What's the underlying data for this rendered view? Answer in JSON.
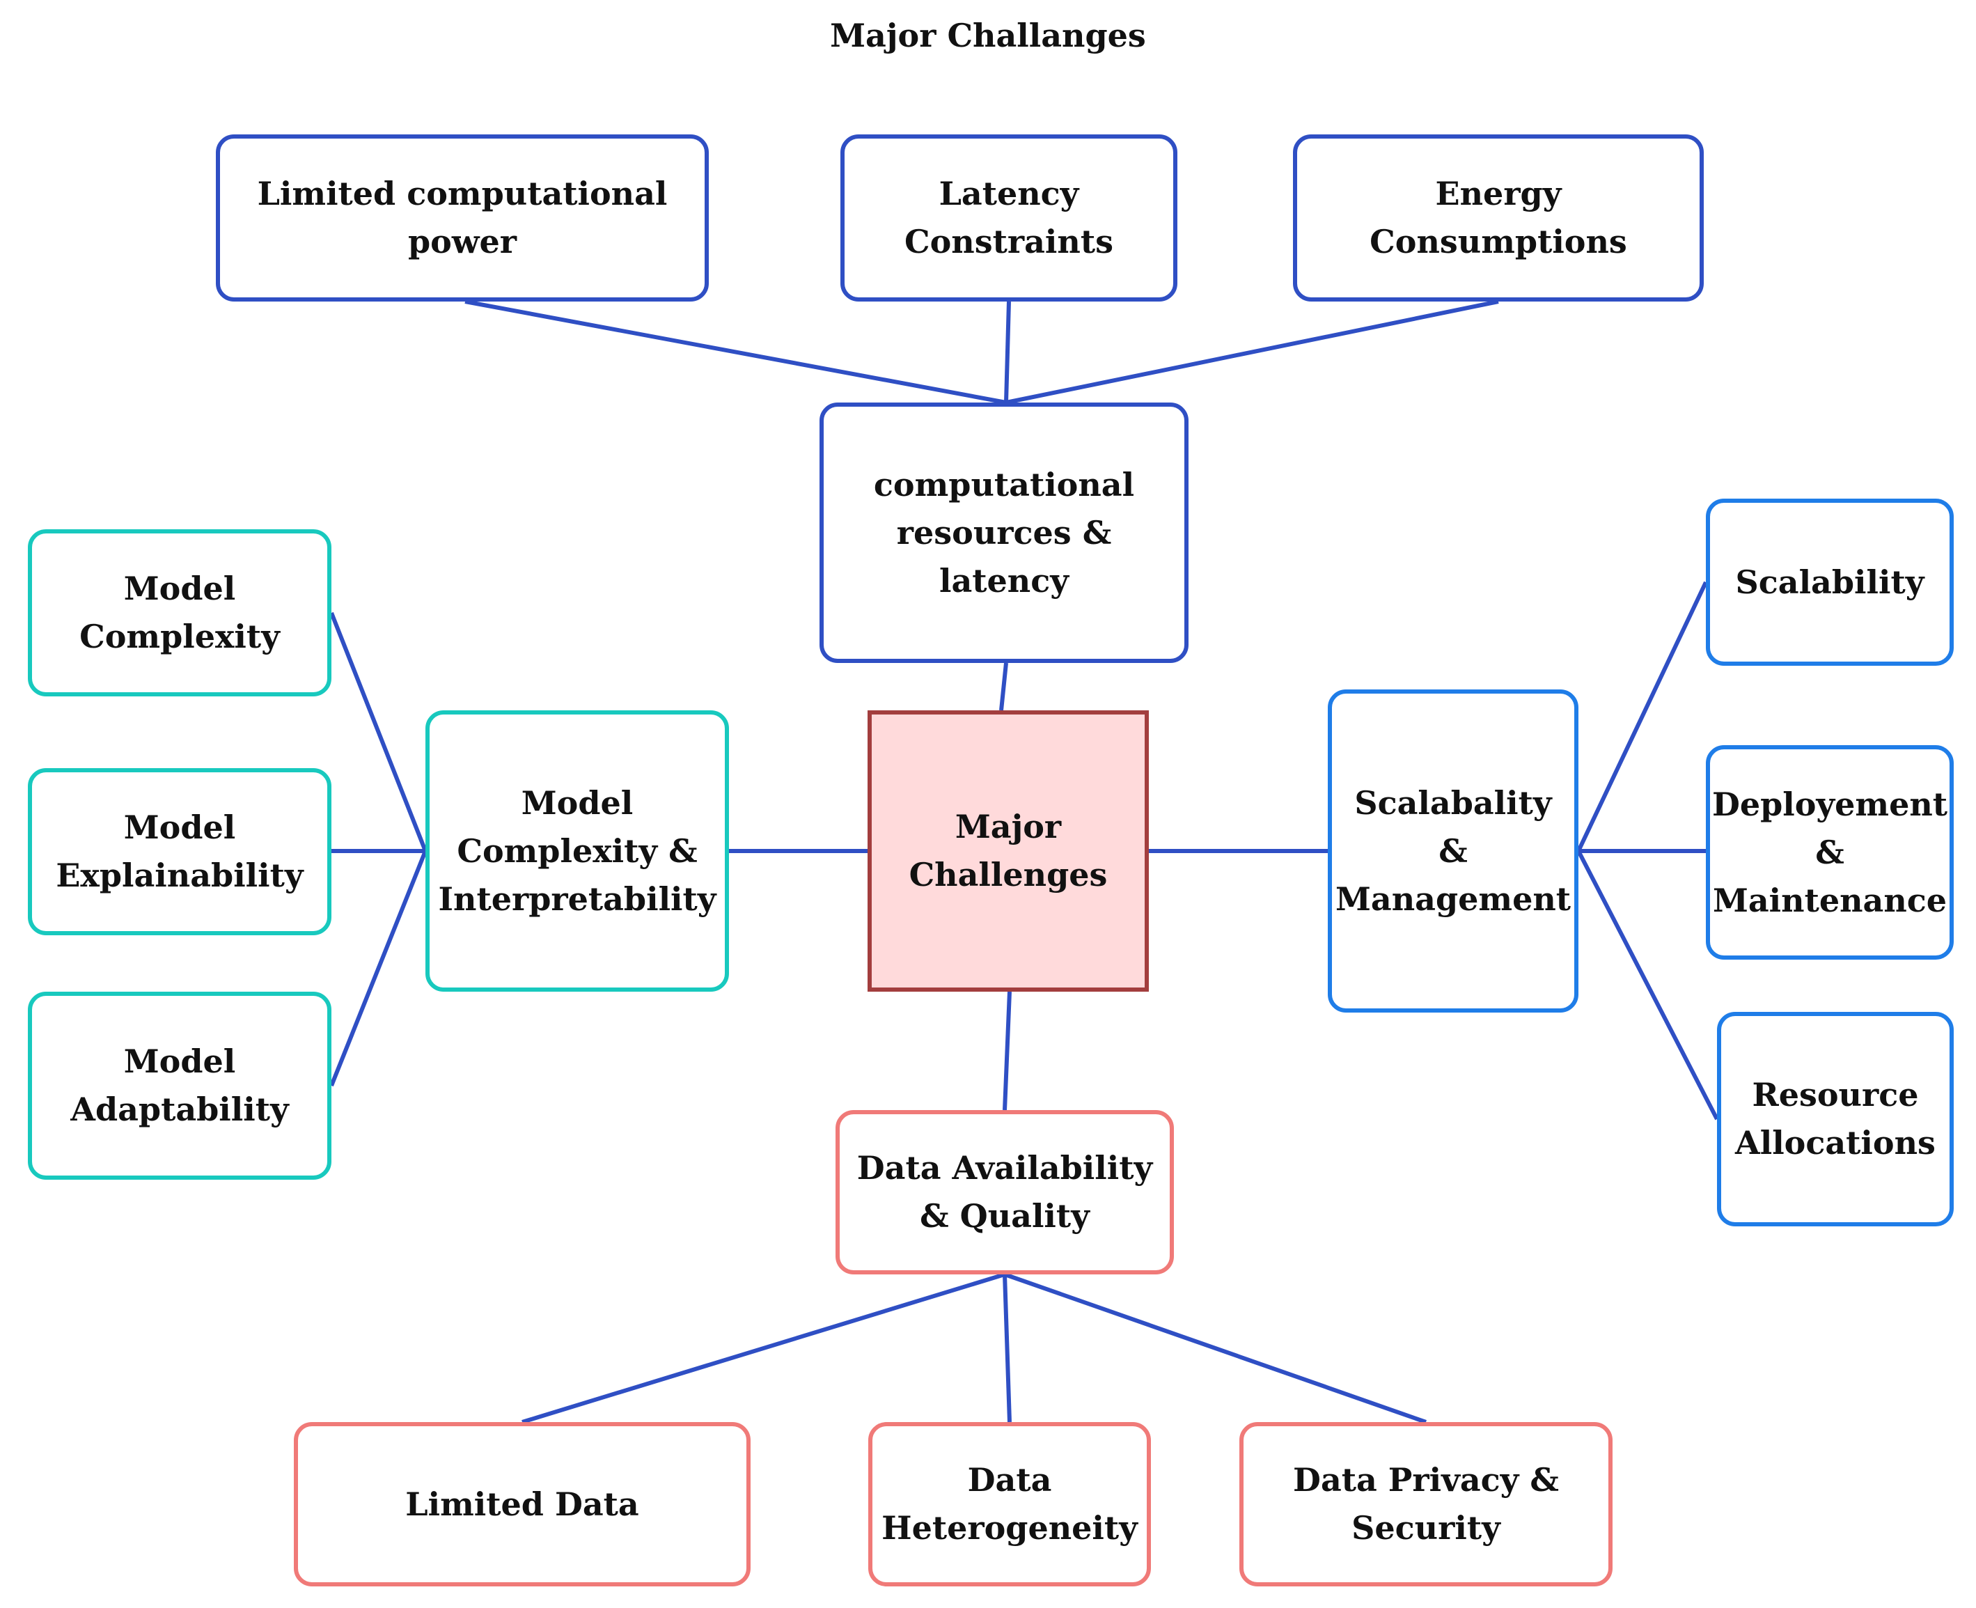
{
  "title": "Major Challanges",
  "colors": {
    "edge": "#2f4fc4",
    "compute_border": "#2f4fc4",
    "model_border": "#18c9be",
    "scale_border": "#1f7de8",
    "data_border": "#f07a78",
    "center_border": "#a33e3e",
    "center_fill": "#ffdadb"
  },
  "nodes": {
    "center": "Major\nChallenges",
    "compute": "computational\nresources & latency",
    "compute_power": "Limited computational\npower",
    "compute_latency": "Latency\nConstraints",
    "compute_energy": "Energy Consumptions",
    "model": "Model\nComplexity &\nInterpretability",
    "model_complexity": "Model\nComplexity",
    "model_explain": "Model\nExplainability",
    "model_adapt": "Model\nAdaptability",
    "scale": "Scalabality &\nManagement",
    "scale_scalability": "Scalability",
    "scale_deploy": "Deployement\n&\nMaintenance",
    "scale_resource": "Resource\nAllocations",
    "data": "Data Availability\n& Quality",
    "data_limited": "Limited Data",
    "data_hetero": "Data\nHeterogeneity",
    "data_privacy": "Data Privacy &\nSecurity"
  }
}
